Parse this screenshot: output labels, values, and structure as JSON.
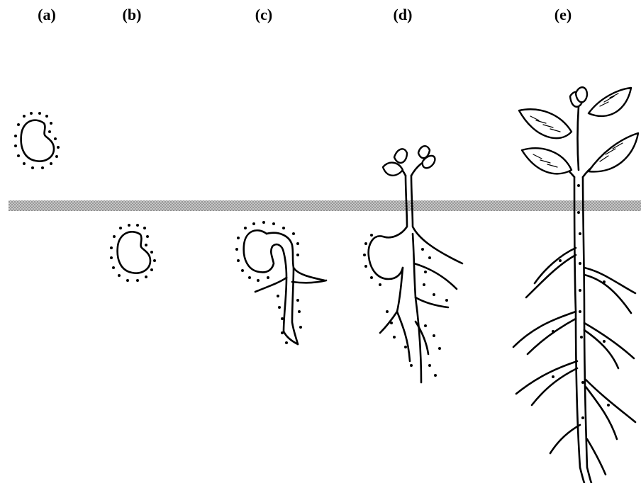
{
  "labels": {
    "a": "(a)",
    "b": "(b)",
    "c": "(c)",
    "d": "(d)",
    "e": "(e)"
  },
  "colors": {
    "ink": "#000000",
    "soil_line": "#9a9a9a",
    "background": "#ffffff"
  }
}
